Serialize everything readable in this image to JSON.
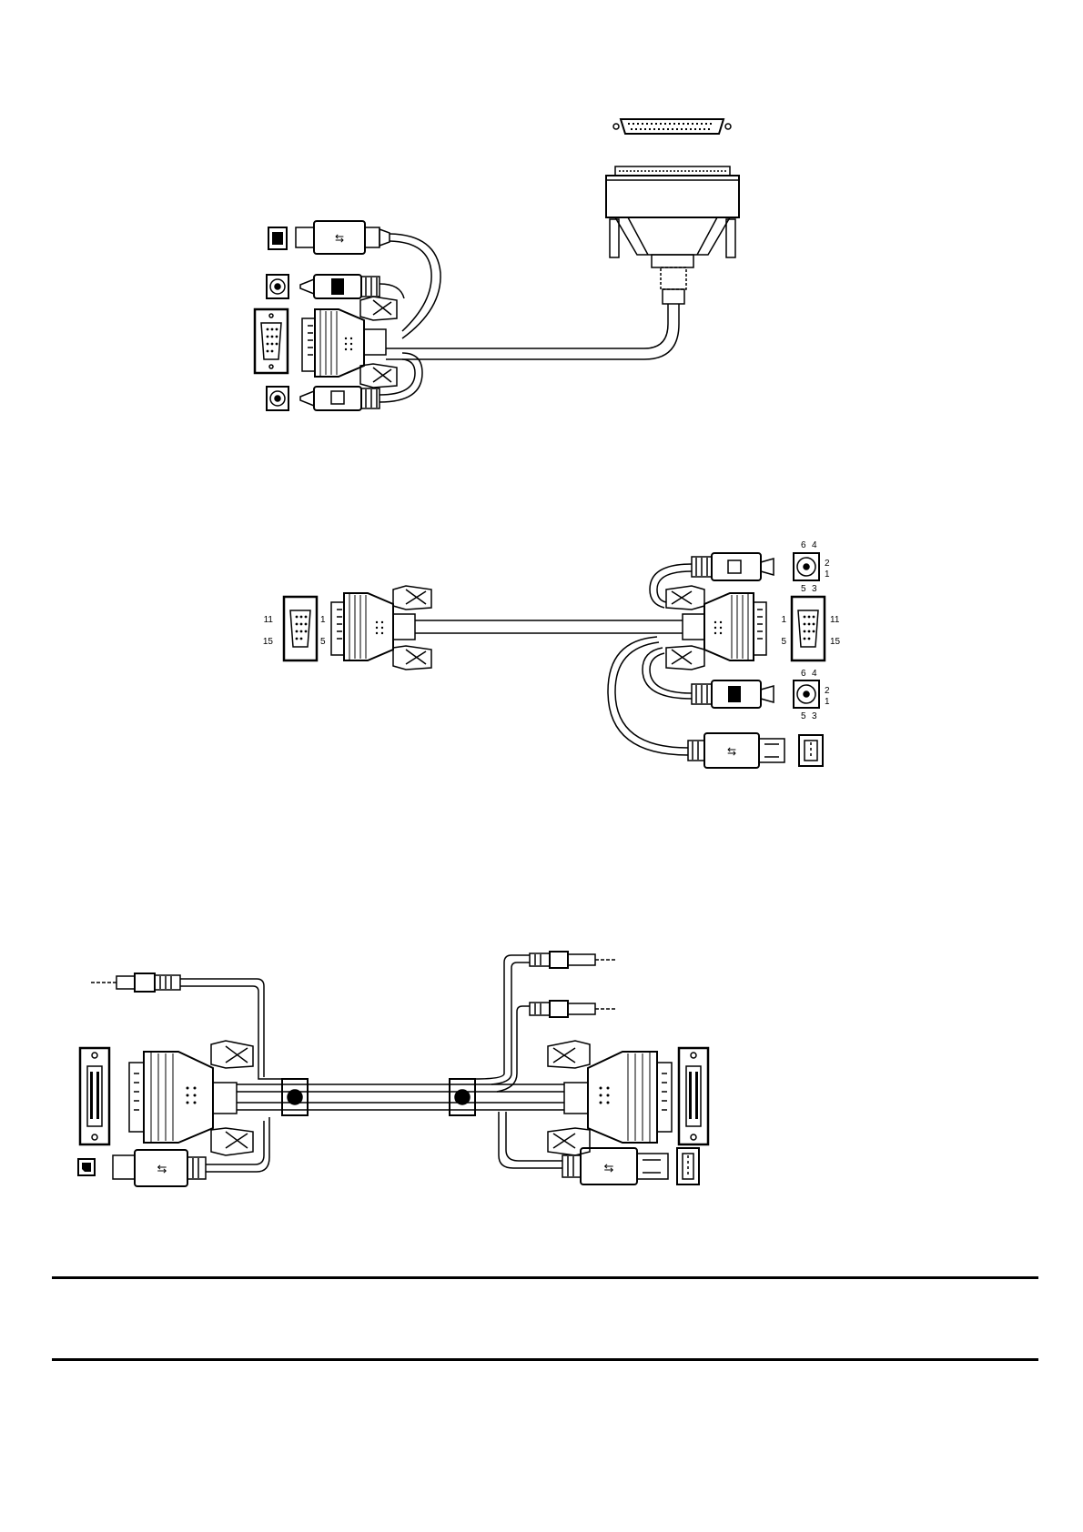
{
  "figures": [
    {
      "id": "db25-to-vga-ps2-usb",
      "connectors": [
        "db25-male",
        "usb-a",
        "ps2-keyboard",
        "vga-hd15",
        "ps2-mouse"
      ]
    },
    {
      "id": "vga-to-vga-ps2-usb",
      "left_pin_labels": {
        "p11": "11",
        "p15": "15",
        "p1": "1",
        "p5": "5"
      },
      "right_vga_pin_labels": {
        "p1": "1",
        "p5": "5",
        "p11": "11",
        "p15": "15"
      },
      "ps2_pin_labels": {
        "p6": "6",
        "p4": "4",
        "p2": "2",
        "p1": "1",
        "p5": "5",
        "p3": "3"
      }
    },
    {
      "id": "dvi-usb-audio",
      "connectors": [
        "audio-jack",
        "dvi",
        "usb-b",
        "usb-a"
      ]
    }
  ],
  "colors": {
    "ink": "#000000",
    "paper": "#ffffff",
    "cable": "#ffffff"
  }
}
